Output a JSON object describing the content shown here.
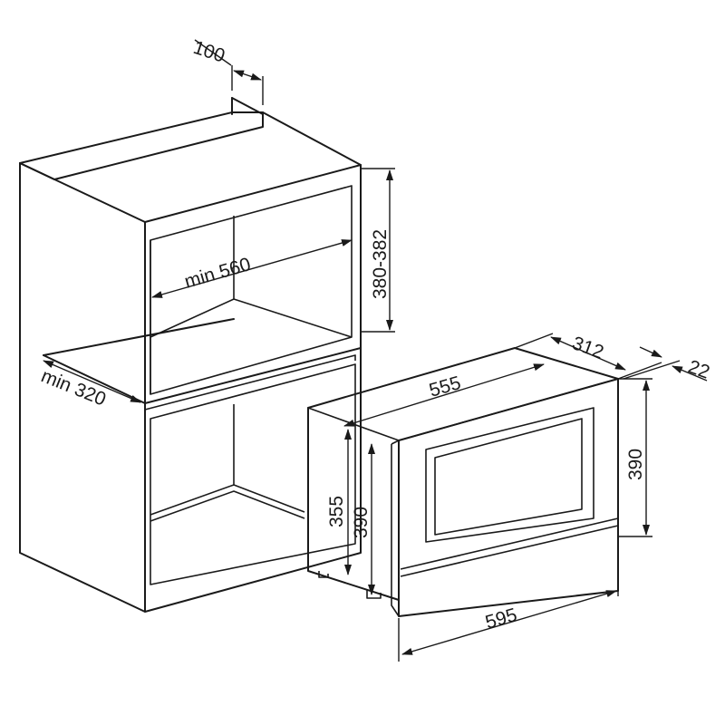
{
  "labels": {
    "niche_offset": "100",
    "niche_height": "380-382",
    "niche_width": "min 560",
    "niche_depth": "min 320",
    "appliance_depth": "312",
    "front_panel_depth": "22",
    "body_width": "555",
    "front_height": "390",
    "body_height": "355",
    "body_height_total": "390",
    "front_width": "595"
  }
}
